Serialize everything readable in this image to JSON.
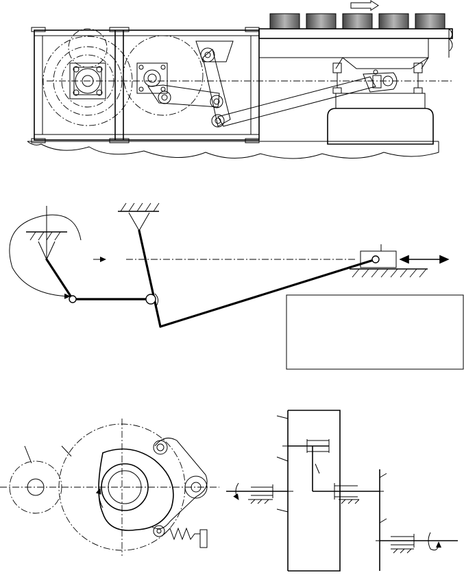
{
  "figure": {
    "panels": [
      {
        "id": "conveyor-mechanism-drawing"
      },
      {
        "id": "linkage-kinematic-diagram"
      },
      {
        "id": "cam-and-gear-mechanisms"
      }
    ],
    "legend_box_text": "",
    "colors": {
      "ink": "#000000",
      "paper": "#ffffff",
      "package_fill": "#7a7a7a"
    },
    "icons": [
      "motion-arrow-icon",
      "double-arrow-icon",
      "ground-hatch-icon",
      "rotation-arrow-icon",
      "spring-icon"
    ]
  }
}
